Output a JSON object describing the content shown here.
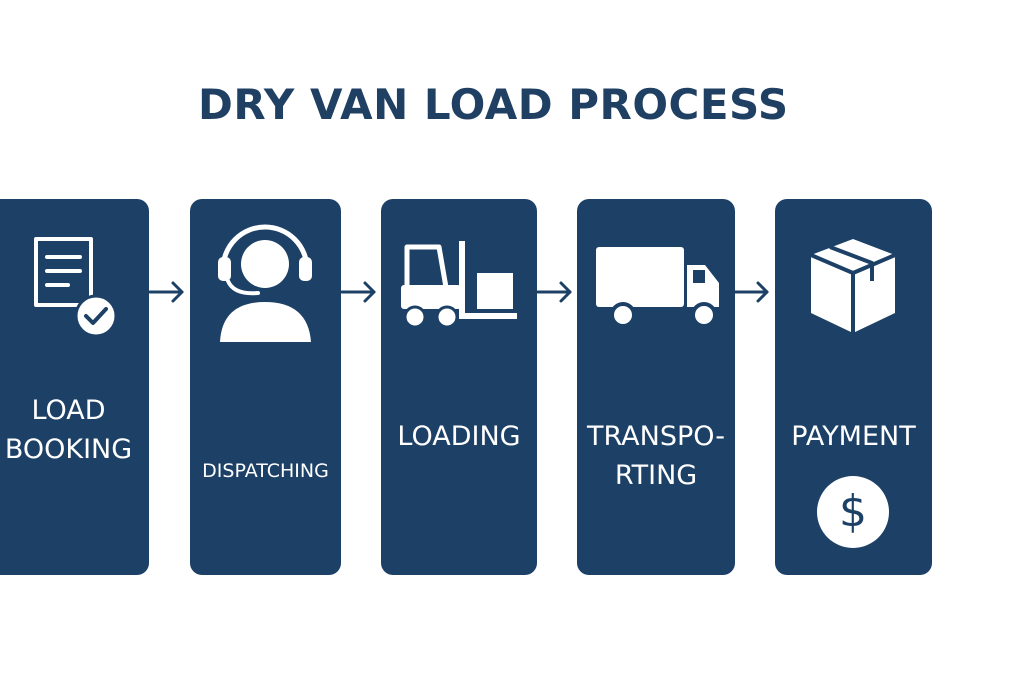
{
  "title": "DRY VAN LOAD PROCESS",
  "colors": {
    "card": "#1d4066",
    "title": "#1f3f63",
    "arrow": "#1d4066",
    "icon": "#ffffff"
  },
  "steps": [
    {
      "lines": [
        "LOAD",
        "BOOKING"
      ],
      "icon": "document-check-icon"
    },
    {
      "lines": [
        "DISPATCHING"
      ],
      "icon": "headset-agent-icon"
    },
    {
      "lines": [
        "LOADING"
      ],
      "icon": "forklift-icon"
    },
    {
      "lines": [
        "TRANSPO-",
        "RTING"
      ],
      "icon": "truck-icon"
    },
    {
      "lines": [
        "PAYMENT"
      ],
      "icon": "package-icon",
      "extra_icon": "dollar-coin-icon"
    }
  ],
  "coin_symbol": "$"
}
